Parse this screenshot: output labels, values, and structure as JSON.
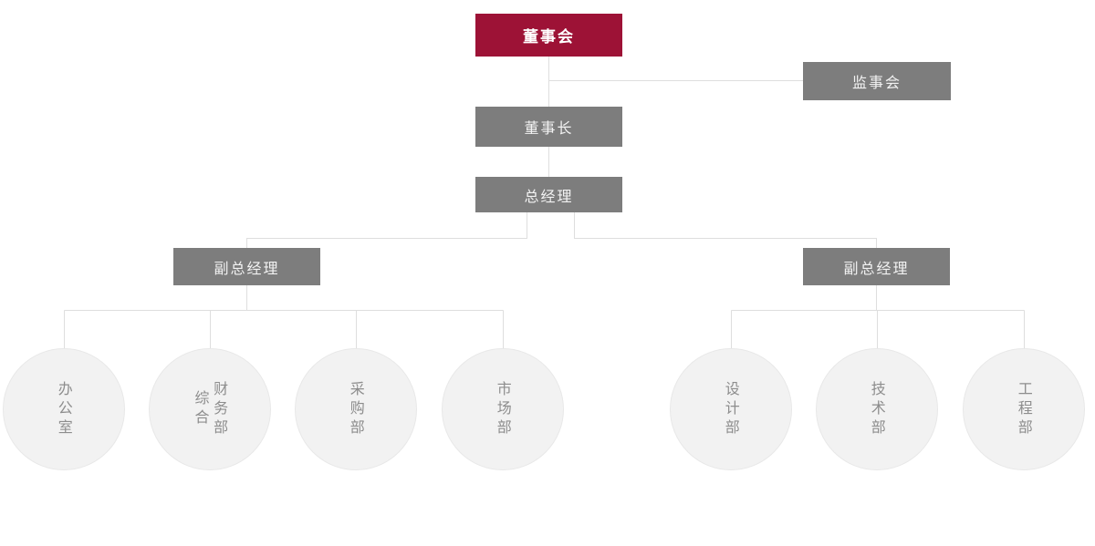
{
  "org": {
    "board": {
      "label": "董事会"
    },
    "supervisory": {
      "label": "监事会"
    },
    "chairman": {
      "label": "董事长"
    },
    "general_manager": {
      "label": "总经理"
    },
    "deputy_left": {
      "label": "副总经理"
    },
    "deputy_right": {
      "label": "副总经理"
    },
    "departments_left": [
      {
        "label": "办公室",
        "lines": [
          "办公室"
        ]
      },
      {
        "label": "综合财务部",
        "lines": [
          "综合",
          "财务部"
        ]
      },
      {
        "label": "采购部",
        "lines": [
          "采购部"
        ]
      },
      {
        "label": "市场部",
        "lines": [
          "市场部"
        ]
      }
    ],
    "departments_right": [
      {
        "label": "设计部",
        "lines": [
          "设计部"
        ]
      },
      {
        "label": "技术部",
        "lines": [
          "技术部"
        ]
      },
      {
        "label": "工程部",
        "lines": [
          "工程部"
        ]
      }
    ],
    "colors": {
      "primary_red": "#9d1236",
      "box_gray": "#7d7d7d",
      "box_text": "#f2f2f2",
      "connector_line": "#dedede",
      "circle_fill": "#f2f2f2",
      "circle_border": "#e8e8e8",
      "circle_text": "#8d8d8d"
    }
  }
}
